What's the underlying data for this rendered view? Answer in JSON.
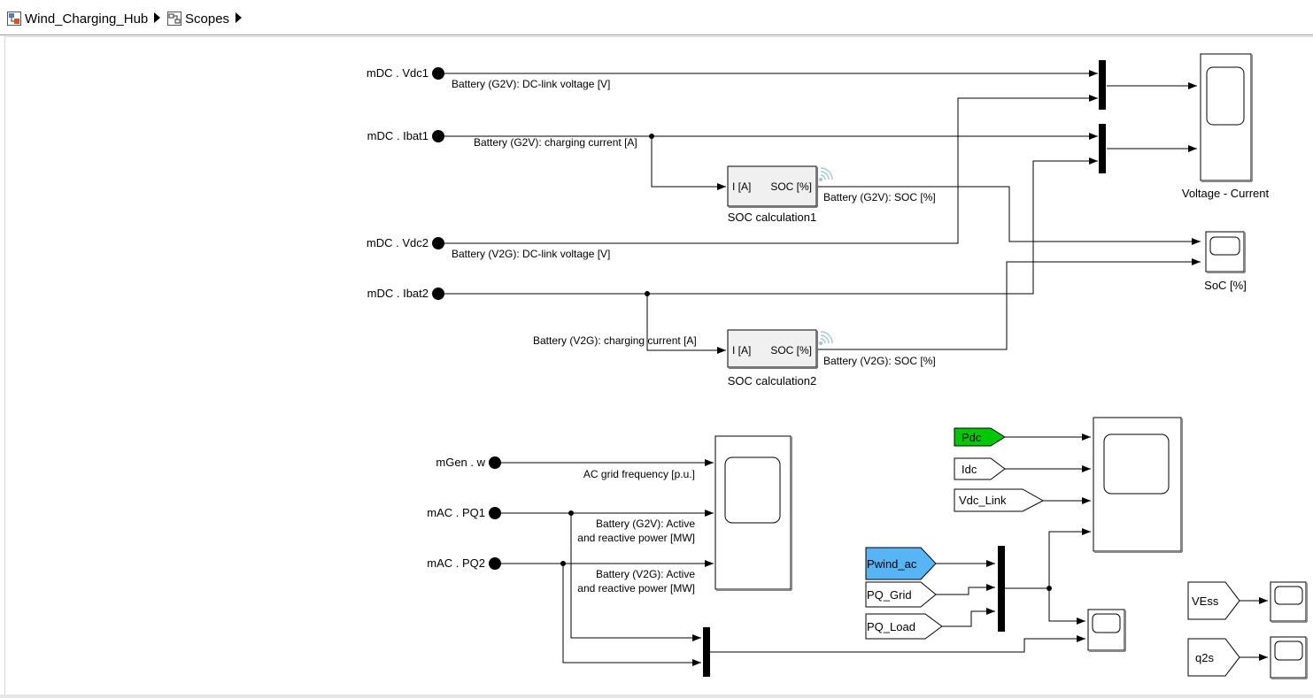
{
  "breadcrumb": {
    "items": [
      {
        "label": "Wind_Charging_Hub"
      },
      {
        "label": "Scopes"
      }
    ]
  },
  "ports": {
    "vdc1": "mDC . Vdc1",
    "ibat1": "mDC . Ibat1",
    "vdc2": "mDC . Vdc2",
    "ibat2": "mDC . Ibat2",
    "w": "mGen . w",
    "pq1": "mAC . PQ1",
    "pq2": "mAC . PQ2"
  },
  "signals": {
    "vdc1": "Battery (G2V): DC-link voltage [V]",
    "ibat1": "Battery (G2V): charging current [A]",
    "soc1": "Battery (G2V): SOC [%]",
    "vdc2": "Battery (V2G): DC-link voltage [V]",
    "ibat2": "Battery (V2G): charging current [A]",
    "soc2": "Battery (V2G): SOC [%]",
    "freq": "AC grid frequency [p.u.]",
    "pq1_l1": "Battery (G2V): Active",
    "pq1_l2": "and reactive power [MW]",
    "pq2_l1": "Battery (V2G): Active",
    "pq2_l2": "and reactive power [MW]"
  },
  "blocks": {
    "soc1": {
      "in_label": "I [A]",
      "out_label": "SOC [%]",
      "name": "SOC calculation1"
    },
    "soc2": {
      "in_label": "I [A]",
      "out_label": "SOC [%]",
      "name": "SOC calculation2"
    },
    "scope_vc": "Voltage - Current",
    "scope_soc": "SoC [%]"
  },
  "tags": {
    "pdc": "Pdc",
    "idc": "Idc",
    "vdc_link": "Vdc_Link",
    "pwind_ac": "Pwind_ac",
    "pq_grid": "PQ_Grid",
    "pq_load": "PQ_Load",
    "vess": "VEss",
    "q2s": "q2s"
  },
  "colors": {
    "pdc_tag": "#00c800",
    "pwind_tag": "#57b5f5",
    "line": "#000000",
    "block_fill": "#f0f0f0"
  }
}
